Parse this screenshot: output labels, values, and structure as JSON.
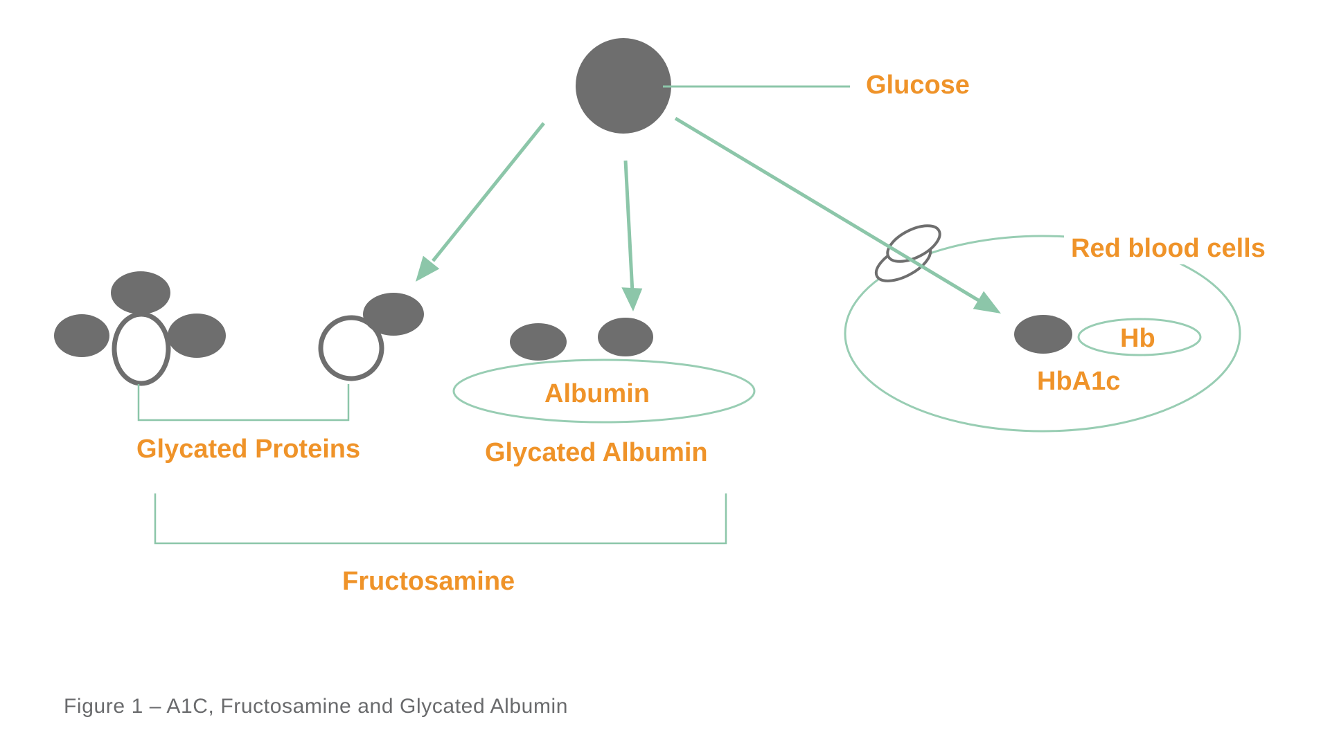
{
  "figure": {
    "caption": "Figure 1 – A1C, Fructosamine and Glycated Albumin",
    "labels": {
      "glucose": "Glucose",
      "red_blood_cells": "Red blood cells",
      "hb": "Hb",
      "hba1c": "HbA1c",
      "albumin": "Albumin",
      "glycated_albumin": "Glycated Albumin",
      "glycated_proteins": "Glycated Proteins",
      "fructosamine": "Fructosamine"
    },
    "colors": {
      "accent_orange": "#ef9329",
      "arrow_green": "#8cc6a9",
      "outline_green": "#98cdb3",
      "shape_gray": "#6e6e6e",
      "caption_gray": "#696a6c"
    }
  }
}
